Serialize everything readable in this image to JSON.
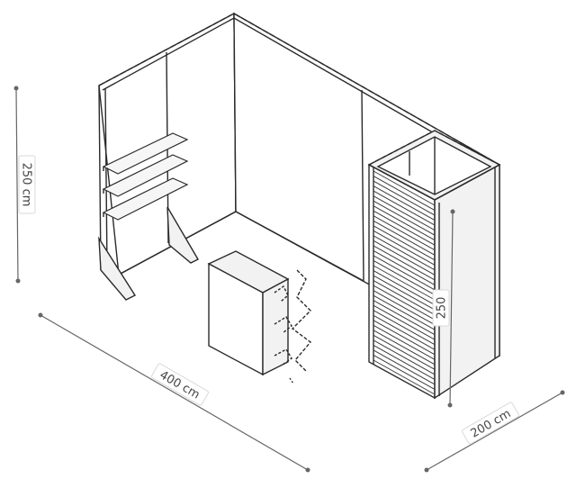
{
  "dimensions": {
    "height": "250 cm",
    "width": "400 cm",
    "depth": "200 cm",
    "cabin_height": "250"
  }
}
